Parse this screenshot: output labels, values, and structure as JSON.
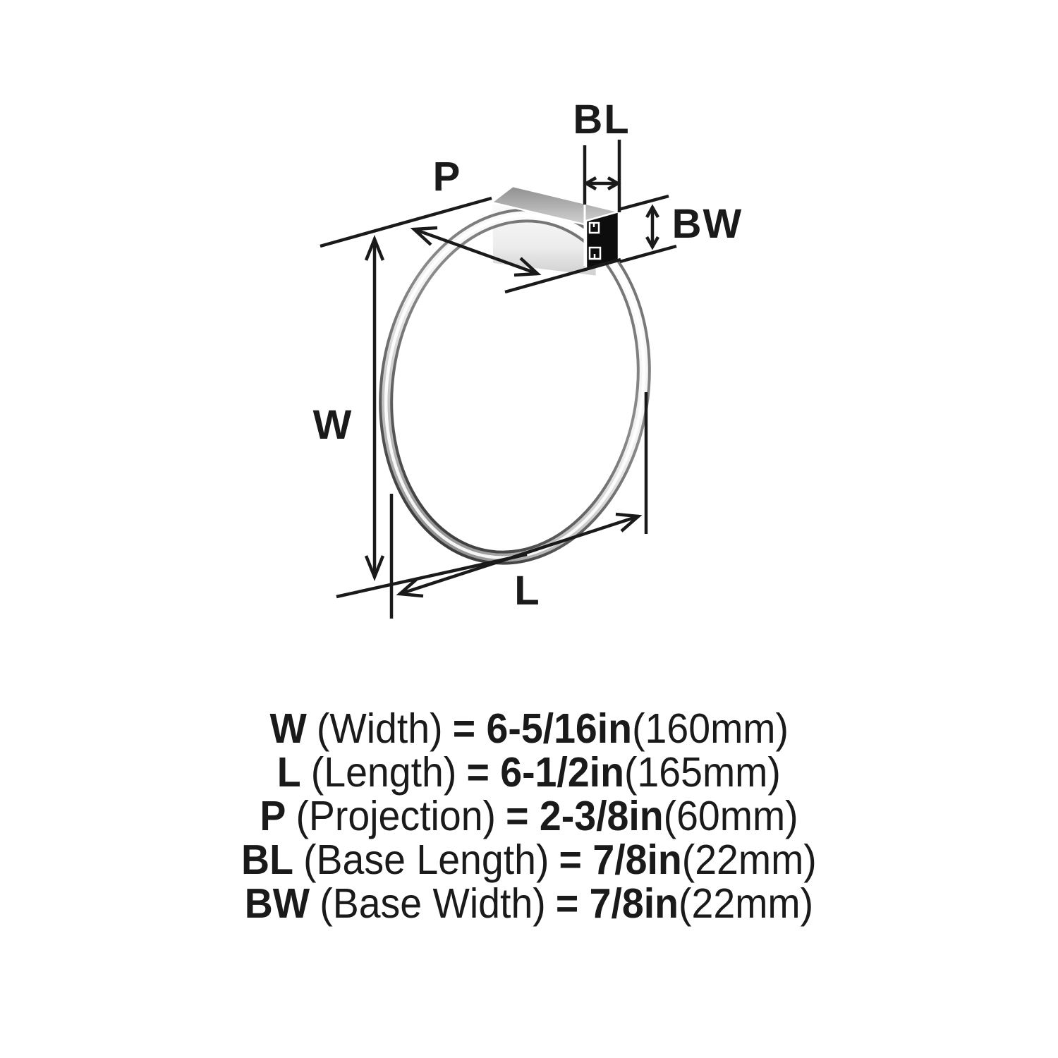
{
  "page": {
    "background": "#ffffff"
  },
  "diagram": {
    "labels": {
      "width": "W",
      "length": "L",
      "projection": "P",
      "base_length": "BL",
      "base_width": "BW"
    },
    "colors": {
      "dimension_line": "#1a1a1a",
      "label_text": "#1a1a1a",
      "base_top_face": "#9a9a9a",
      "base_front_face": "#f5f5f5",
      "base_mount_face": "#0d0d0d",
      "ring_chrome_light": "#ffffff",
      "ring_chrome_dark": "#303030"
    },
    "icons": [
      "towel-ring-illustration",
      "wall-mount-base",
      "dimension-arrows"
    ]
  },
  "specs": {
    "rows": [
      {
        "abbr": "W",
        "desc": "(Width)",
        "value": "= 6-5/16in",
        "metric": "(160mm)"
      },
      {
        "abbr": "L",
        "desc": "(Length)",
        "value": "= 6-1/2in",
        "metric": "(165mm)"
      },
      {
        "abbr": "P",
        "desc": "(Projection)",
        "value": "= 2-3/8in",
        "metric": "(60mm)"
      },
      {
        "abbr": "BL",
        "desc": "(Base Length)",
        "value": "= 7/8in",
        "metric": "(22mm)"
      },
      {
        "abbr": "BW",
        "desc": "(Base Width)",
        "value": "= 7/8in",
        "metric": "(22mm)"
      }
    ]
  }
}
